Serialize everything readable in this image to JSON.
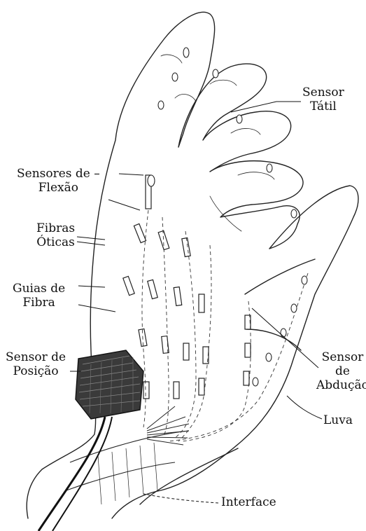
{
  "labels": {
    "sensor_tatil": [
      "Sensor",
      "Tátil"
    ],
    "sensores_flexao": [
      "Sensores de –",
      "Flexão"
    ],
    "fibras_oticas": [
      "Fibras",
      "Óticas"
    ],
    "guias_fibra": [
      "Guias de",
      "Fibra"
    ],
    "sensor_posicao": [
      "Sensor de",
      "Posição"
    ],
    "sensor_abducao": [
      "Sensor",
      "de",
      "Abdução"
    ],
    "luva": "Luva",
    "interface": "Interface"
  }
}
